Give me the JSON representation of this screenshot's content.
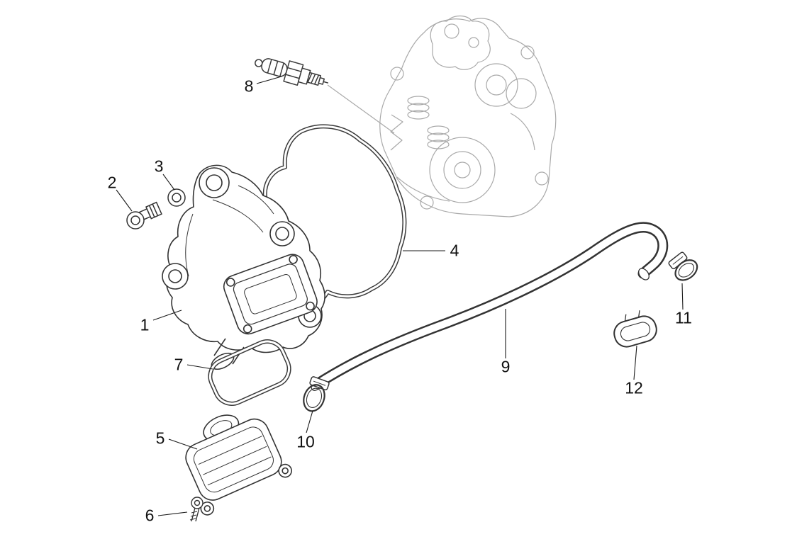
{
  "diagram": {
    "parts": [
      {
        "number": "1"
      },
      {
        "number": "2"
      },
      {
        "number": "3"
      },
      {
        "number": "4"
      },
      {
        "number": "5"
      },
      {
        "number": "6"
      },
      {
        "number": "7"
      },
      {
        "number": "8"
      },
      {
        "number": "9"
      },
      {
        "number": "10"
      },
      {
        "number": "11"
      },
      {
        "number": "12"
      }
    ],
    "colors": {
      "part_line": "#3a3a3a",
      "background_part_line": "#a9a9a9",
      "label_text": "#111111"
    }
  }
}
